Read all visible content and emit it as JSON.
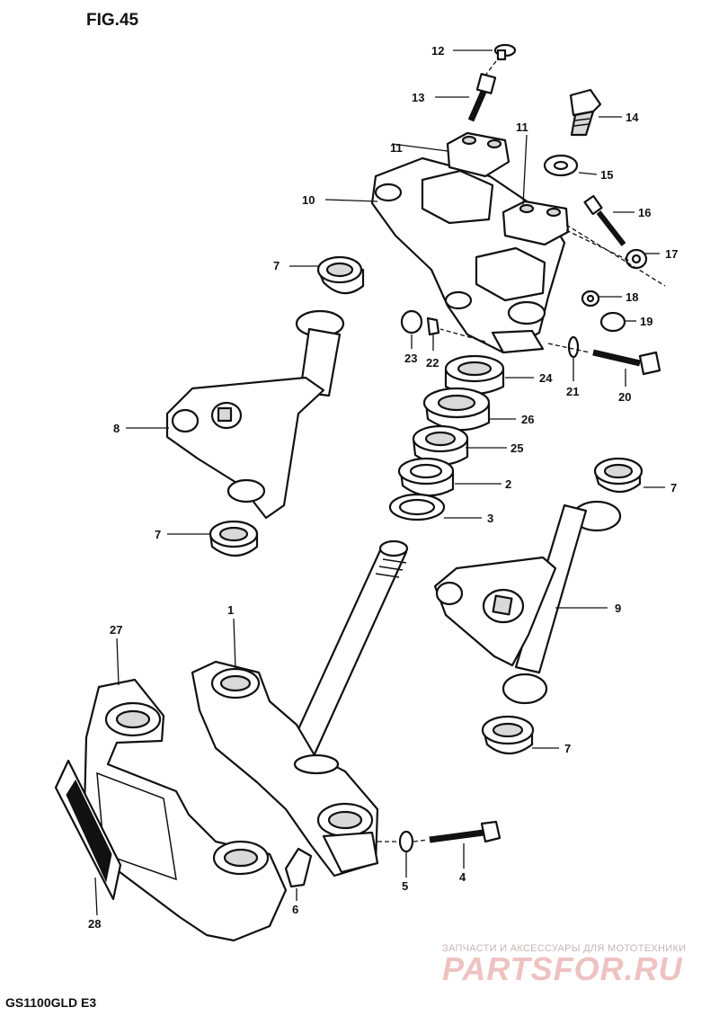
{
  "figure": {
    "title": "FIG.45",
    "model": "GS1100GLD  E3"
  },
  "callouts": [
    "1",
    "2",
    "3",
    "4",
    "5",
    "6",
    "7",
    "7",
    "7",
    "7",
    "8",
    "9",
    "10",
    "11",
    "11",
    "12",
    "13",
    "14",
    "15",
    "16",
    "17",
    "18",
    "19",
    "20",
    "21",
    "22",
    "23",
    "24",
    "25",
    "26",
    "27",
    "28"
  ],
  "watermark": {
    "tagline": "ЗАПЧАСТИ И АКСЕССУАРЫ ДЛЯ МОТОТЕХНИКИ",
    "brand": "PARTSFOR.RU"
  },
  "colors": {
    "ink": "#111111",
    "watermark_text": "#efc2c2",
    "background": "#ffffff"
  }
}
